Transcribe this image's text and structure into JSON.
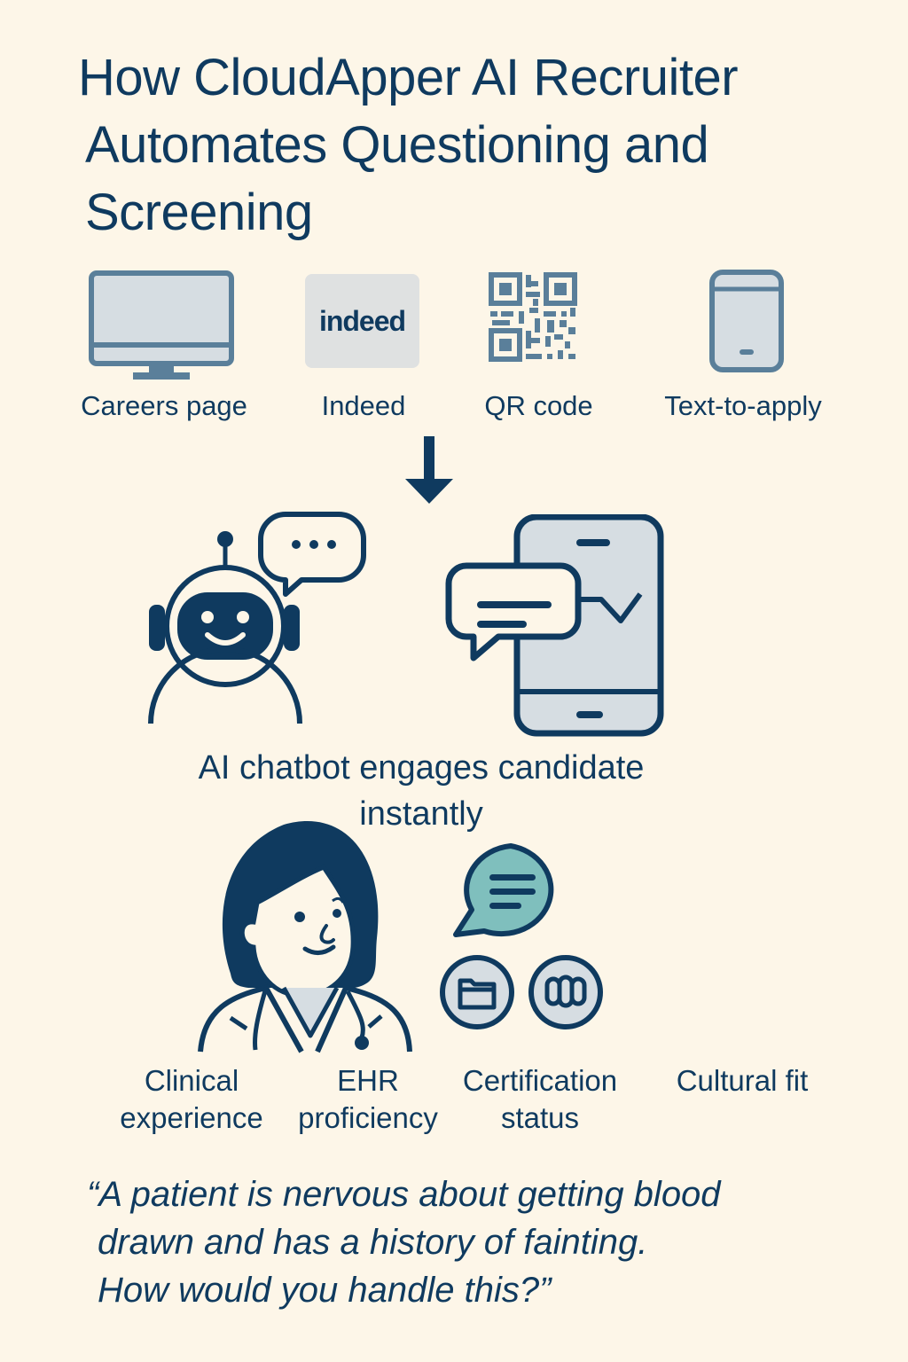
{
  "title": {
    "line1": "How CloudApper AI Recruiter",
    "line2": "Automates Questioning and",
    "line3": "Screening"
  },
  "sources": [
    {
      "label": "Careers page",
      "icon": "desktop-monitor-icon"
    },
    {
      "label": "Indeed",
      "icon": "indeed-logo",
      "logo_text": "indeed"
    },
    {
      "label": "QR code",
      "icon": "qr-code-icon"
    },
    {
      "label": "Text-to-apply",
      "icon": "mobile-phone-icon"
    }
  ],
  "flow_arrow": "arrow-down-icon",
  "engagement": {
    "caption_line1": "AI chatbot engages candidate",
    "caption_line2": "instantly",
    "icons": [
      "robot-chatbot-icon",
      "typing-speech-bubble-icon",
      "smartphone-chat-icon"
    ]
  },
  "screening": {
    "icons": [
      "nurse-avatar",
      "chat-bubble-icon",
      "folder-icon",
      "team-icon"
    ],
    "criteria": [
      {
        "line1": "Clinical",
        "line2": "experience"
      },
      {
        "line1": "EHR",
        "line2": "proficiency"
      },
      {
        "line1": "Certification",
        "line2": "status"
      },
      {
        "line1": "Cultural fit",
        "line2": ""
      }
    ]
  },
  "quote": {
    "line1": "“A patient is nervous about getting blood",
    "line2": "drawn and has a history of fainting.",
    "line3": "How would you handle this?”"
  },
  "colors": {
    "background": "#fdf6e8",
    "navy": "#0f3a5f",
    "slate_icon": "#5a7f9a",
    "light_fill": "#d6dde2",
    "teal": "#7fbfbd"
  }
}
